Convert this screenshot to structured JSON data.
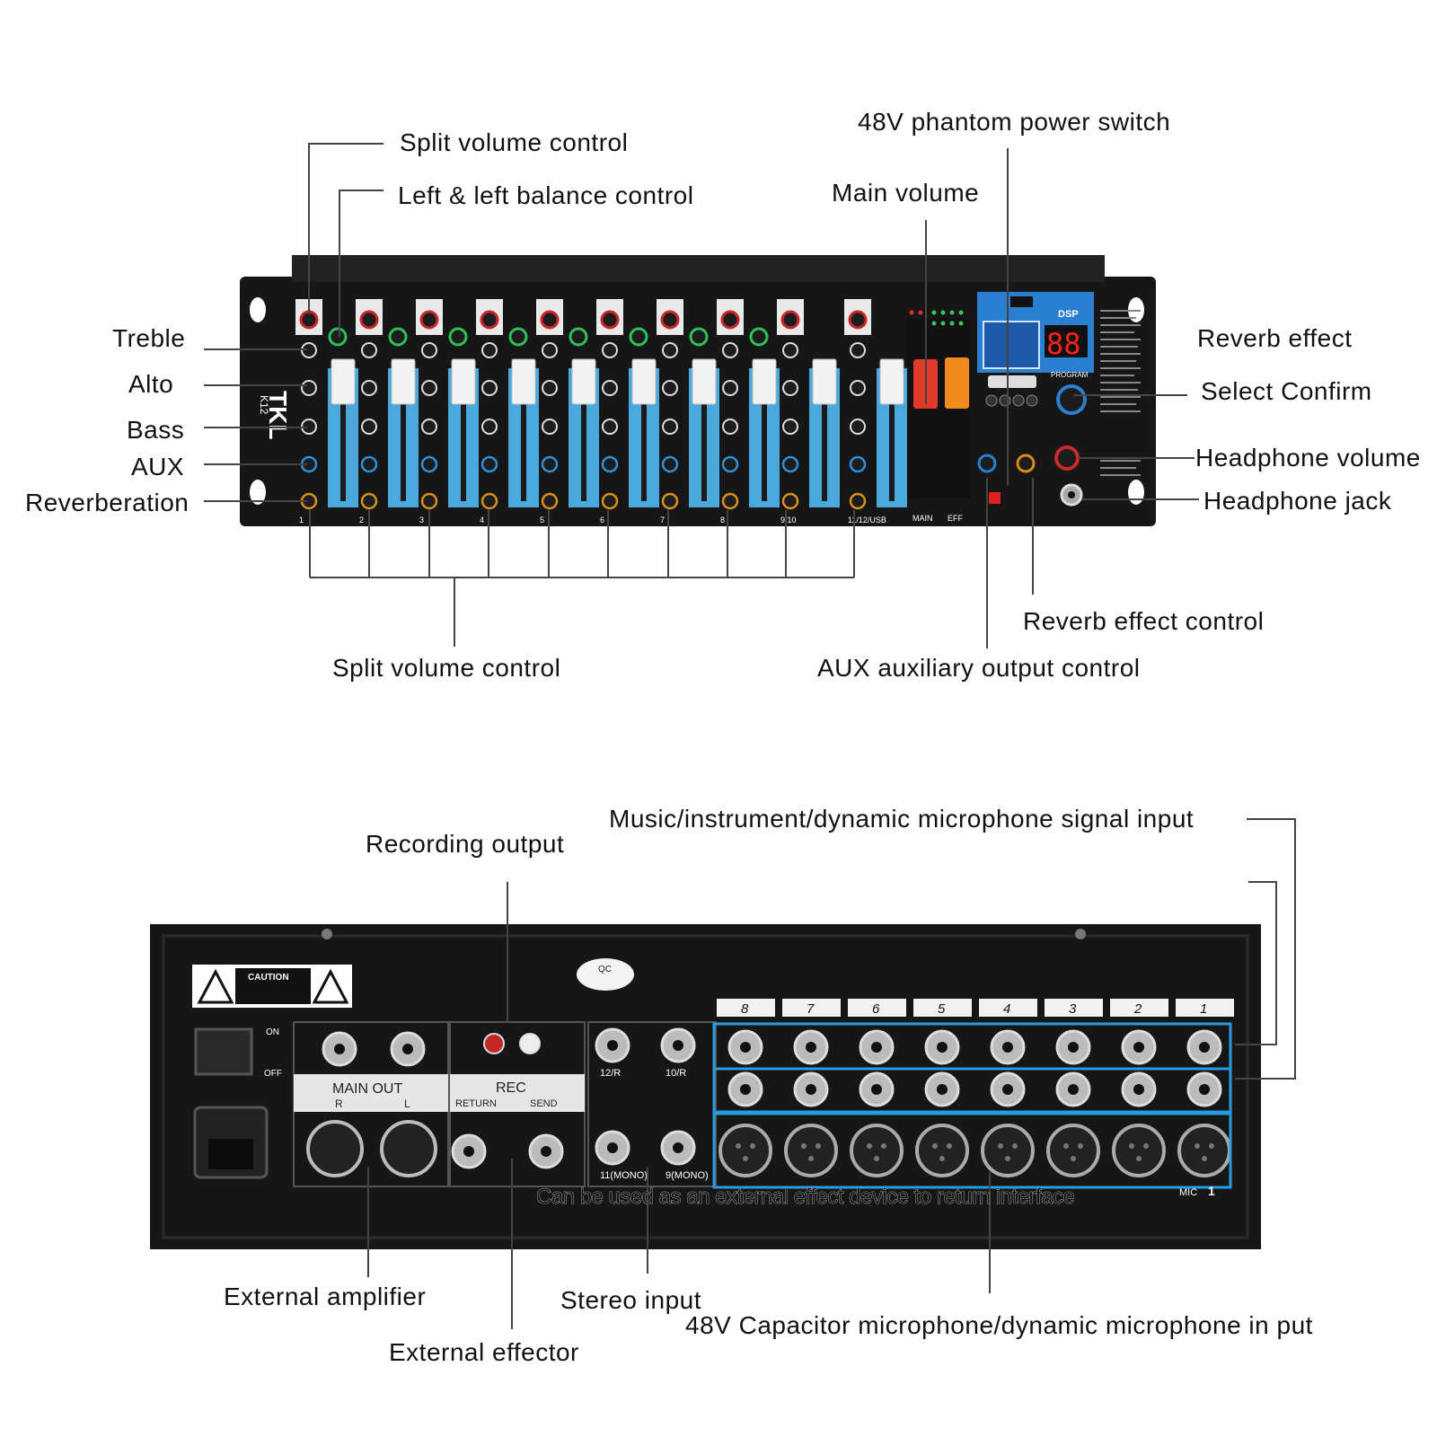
{
  "front_labels": {
    "split_volume_top": "Split volume control",
    "left_balance": "Left & left balance control",
    "phantom_switch": "48V phantom power switch",
    "main_volume": "Main volume",
    "treble": "Treble",
    "alto": "Alto",
    "bass": "Bass",
    "aux": "AUX",
    "reverberation": "Reverberation",
    "reverb_effect": "Reverb effect",
    "select_confirm": "Select Confirm",
    "headphone_volume": "Headphone volume",
    "headphone_jack": "Headphone jack",
    "reverb_effect_control": "Reverb effect control",
    "split_volume_bottom": "Split volume control",
    "aux_output_control": "AUX auxiliary output control"
  },
  "rear_labels": {
    "music_input": "Music/instrument/dynamic microphone signal input",
    "recording_output": "Recording output",
    "external_effect_note": "Can be used as an external effect device to return interface",
    "external_amplifier": "External amplifier",
    "stereo_input": "Stereo input",
    "capacitor_mic_input": "48V Capacitor microphone/dynamic microphone in put",
    "external_effector": "External effector"
  },
  "front_panel": {
    "brand": "TKL",
    "model": "K12",
    "channels": [
      "1",
      "2",
      "3",
      "4",
      "5",
      "6",
      "7",
      "8",
      "9/10",
      "11/12/USB"
    ],
    "main_label": "MAIN",
    "eff_label": "EFF",
    "dsp_label": "DSP",
    "dsp_display": "88",
    "program_label": "PROGRAM"
  },
  "rear_panel": {
    "caution": "CAUTION",
    "on": "ON",
    "off": "OFF",
    "main_out": "MAIN OUT",
    "r": "R",
    "l": "L",
    "rec": "REC",
    "return": "RETURN",
    "send": "SEND",
    "qc": "QC",
    "stereo_jacks": [
      "12/R",
      "10/R",
      "11(MONO)",
      "9(MONO)"
    ],
    "channel_numbers": [
      "8",
      "7",
      "6",
      "5",
      "4",
      "3",
      "2",
      "1"
    ],
    "mic_label": "MIC",
    "mic_number": "1"
  },
  "colors": {
    "panel": "#1b1b1b",
    "fader_strip": "#4aa8dc",
    "highlight_box": "#2b9be0",
    "main_fader": "#e03b2a",
    "eff_fader": "#f08a1c",
    "dsp_blue": "#2a7fd0"
  }
}
